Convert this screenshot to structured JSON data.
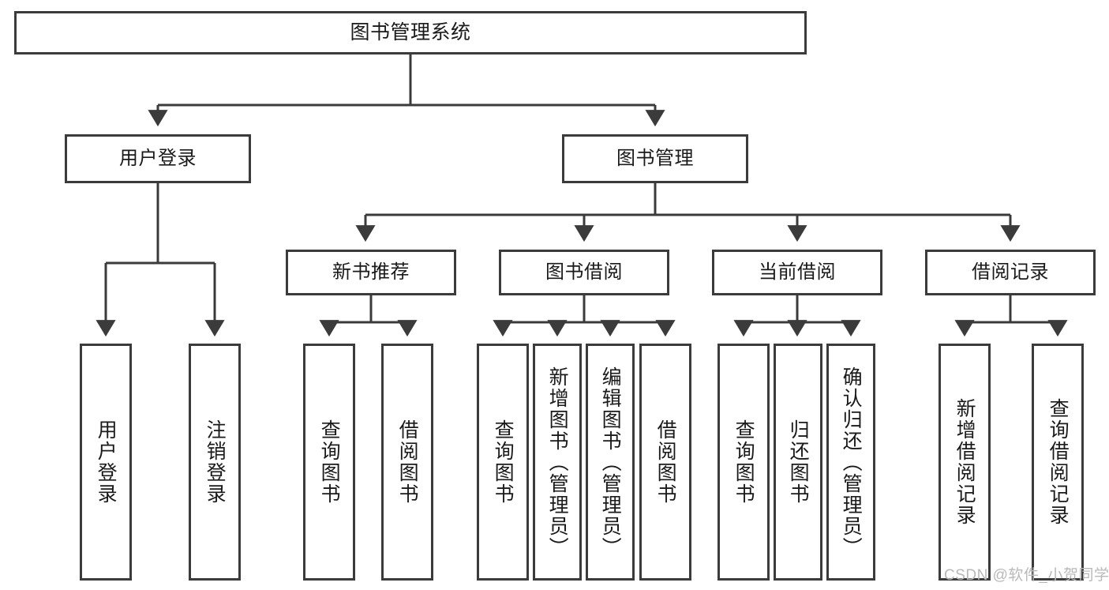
{
  "diagram": {
    "title": "图书管理系统",
    "root": {
      "label": "图书管理系统"
    },
    "level2": [
      {
        "label": "用户登录"
      },
      {
        "label": "图书管理"
      }
    ],
    "level3": [
      {
        "label": "新书推荐"
      },
      {
        "label": "图书借阅"
      },
      {
        "label": "当前借阅"
      },
      {
        "label": "借阅记录"
      }
    ],
    "leaves": {
      "user_login": [
        {
          "label": "用户登录"
        },
        {
          "label": "注销登录"
        }
      ],
      "new_book_recommend": [
        {
          "label": "查询图书"
        },
        {
          "label": "借阅图书"
        }
      ],
      "book_borrow": [
        {
          "label": "查询图书"
        },
        {
          "label": "新增图书（管理员）"
        },
        {
          "label": "编辑图书（管理员）"
        },
        {
          "label": "借阅图书"
        }
      ],
      "current_borrow": [
        {
          "label": "查询图书"
        },
        {
          "label": "归还图书"
        },
        {
          "label": "确认归还（管理员）"
        }
      ],
      "borrow_records": [
        {
          "label": "新增借阅记录"
        },
        {
          "label": "查询借阅记录"
        }
      ]
    },
    "watermark": "CSDN @软件_小贺同学",
    "colors": {
      "stroke": "#3b3b3b",
      "background": "#ffffff",
      "text": "#1a1a1a",
      "watermark": "#b9b9b9"
    }
  }
}
